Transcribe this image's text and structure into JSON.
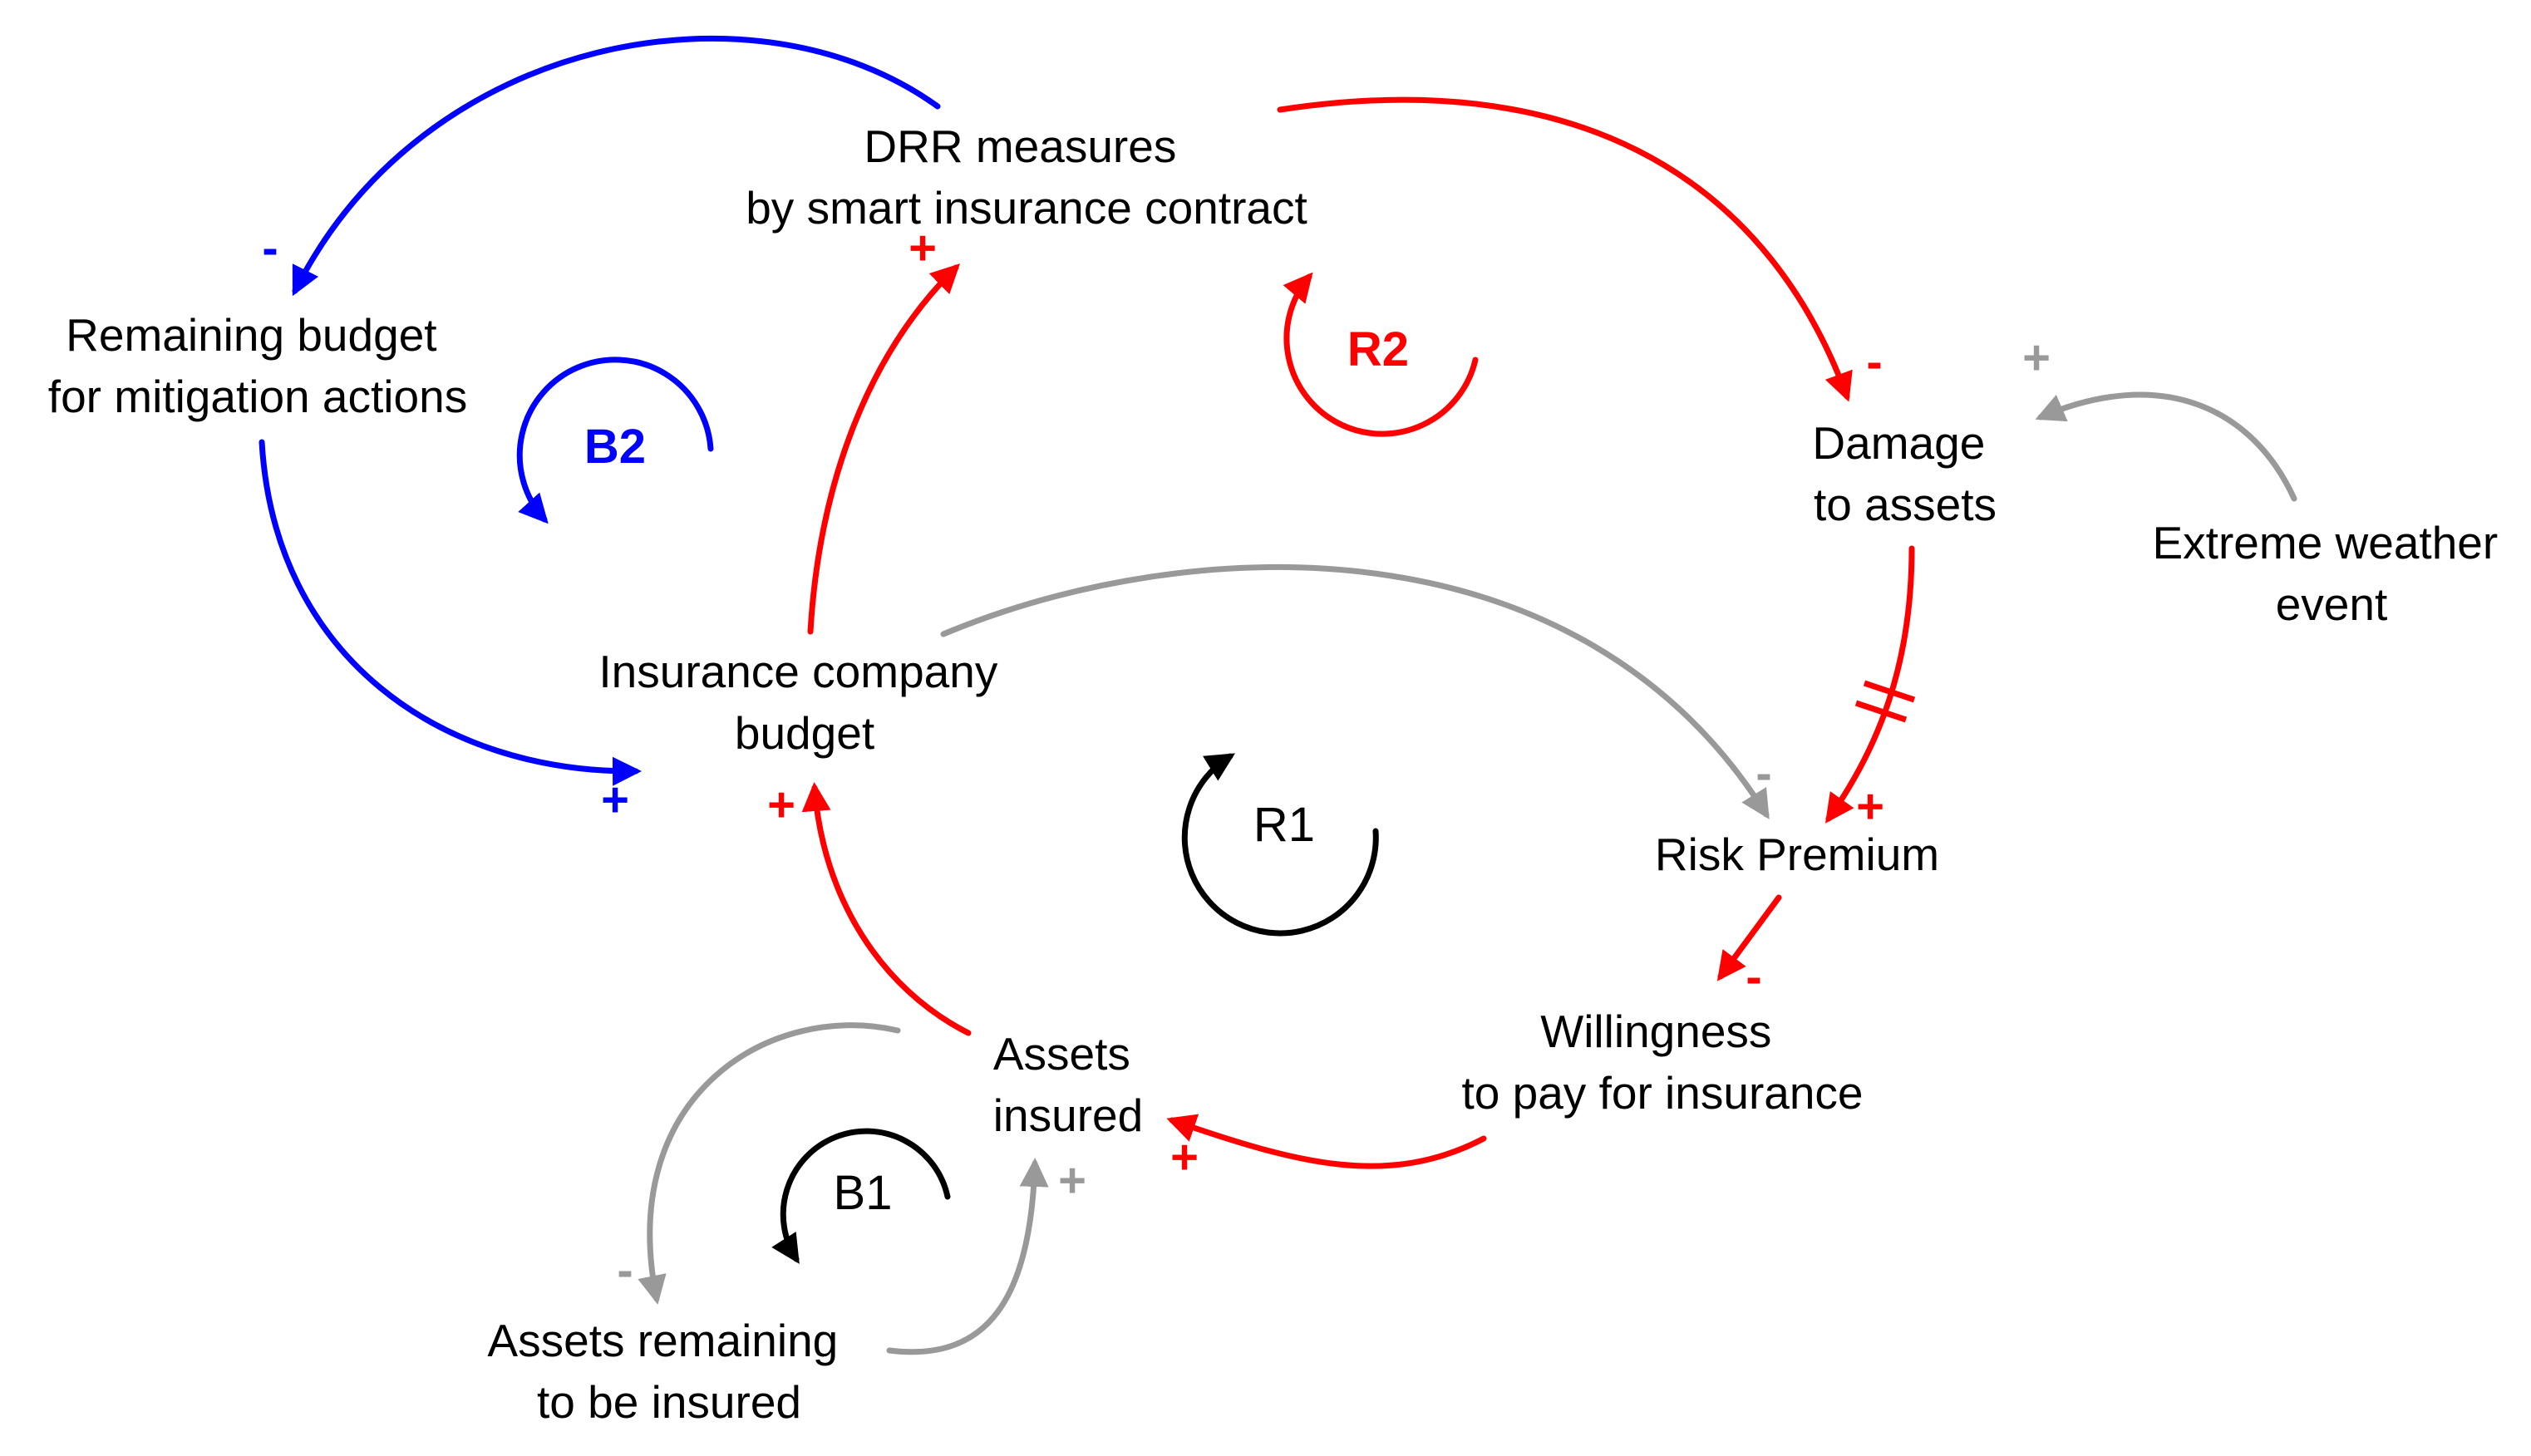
{
  "colors": {
    "blue": "#0000ff",
    "red": "#ff0000",
    "gray": "#999999",
    "black": "#000000"
  },
  "nodes": {
    "drr": [
      "DRR measures",
      "by smart insurance contract"
    ],
    "remaining_budget": [
      "Remaining budget",
      "for mitigation actions"
    ],
    "damage": [
      "Damage",
      "to assets"
    ],
    "extreme_weather": [
      "Extreme weather",
      "event"
    ],
    "insurance_budget": [
      "Insurance company",
      "budget"
    ],
    "risk_premium": [
      "Risk Premium"
    ],
    "willingness": [
      "Willingness",
      "to pay for insurance"
    ],
    "assets_insured": [
      "Assets",
      "insured"
    ],
    "assets_remaining": [
      "Assets remaining",
      "to be insured"
    ]
  },
  "loops": {
    "b2": "B2",
    "r2": "R2",
    "r1": "R1",
    "b1": "B1"
  },
  "signs": {
    "drr_to_remaining": "-",
    "budget_to_drr": "+",
    "drr_to_damage": "-",
    "weather_to_damage": "+",
    "remaining_to_budget": "+",
    "budget_to_premium": "-",
    "damage_to_premium": "+",
    "premium_to_willingness": "-",
    "assets_to_budget": "+",
    "willingness_to_assets": "+",
    "assets_to_remaining": "-",
    "remaining_to_assets": "+"
  },
  "links": [
    {
      "from": "DRR measures",
      "to": "Remaining budget",
      "polarity": "-",
      "color": "blue"
    },
    {
      "from": "Remaining budget",
      "to": "Insurance company budget",
      "polarity": "+",
      "color": "blue"
    },
    {
      "from": "Insurance company budget",
      "to": "DRR measures",
      "polarity": "+",
      "color": "red"
    },
    {
      "from": "DRR measures",
      "to": "Damage to assets",
      "polarity": "-",
      "color": "red"
    },
    {
      "from": "Extreme weather event",
      "to": "Damage to assets",
      "polarity": "+",
      "color": "gray"
    },
    {
      "from": "Damage to assets",
      "to": "Risk Premium",
      "polarity": "+",
      "color": "red",
      "delay": true
    },
    {
      "from": "Insurance company budget",
      "to": "Risk Premium",
      "polarity": "-",
      "color": "gray"
    },
    {
      "from": "Risk Premium",
      "to": "Willingness to pay for insurance",
      "polarity": "-",
      "color": "red"
    },
    {
      "from": "Willingness to pay for insurance",
      "to": "Assets insured",
      "polarity": "+",
      "color": "red"
    },
    {
      "from": "Assets insured",
      "to": "Insurance company budget",
      "polarity": "+",
      "color": "red"
    },
    {
      "from": "Assets insured",
      "to": "Assets remaining to be insured",
      "polarity": "-",
      "color": "gray"
    },
    {
      "from": "Assets remaining to be insured",
      "to": "Assets insured",
      "polarity": "+",
      "color": "gray"
    }
  ]
}
